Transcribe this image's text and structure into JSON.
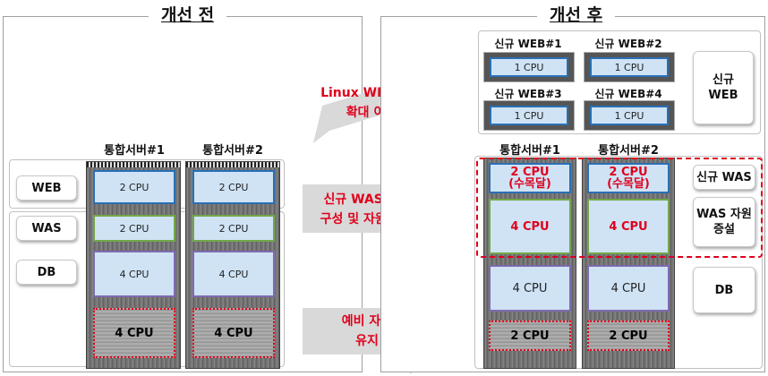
{
  "before": {
    "title": "개선 전",
    "servers": [
      "통합서버#1",
      "통합서버#2"
    ],
    "roles": {
      "web": "WEB",
      "was": "WAS",
      "db": "DB"
    },
    "cpu_web": "2 CPU",
    "cpu_was": "2 CPU",
    "cpu_db": "4 CPU",
    "cpu_spare": "4 CPU"
  },
  "after": {
    "title": "개선 후",
    "web_servers": [
      "신규 WEB#1",
      "신규 WEB#2",
      "신규 WEB#3",
      "신규 WEB#4"
    ],
    "web_cpu": "1 CPU",
    "new_web_btn": [
      "신규",
      "WEB"
    ],
    "servers": [
      "통합서버#1",
      "통합서버#2"
    ],
    "cpu_was_new_line1": "2 CPU",
    "cpu_was_new_line2": "(수목달)",
    "cpu_was_grow": "4 CPU",
    "cpu_db": "4 CPU",
    "cpu_spare": "2 CPU",
    "new_was_btn": "신규 WAS",
    "was_grow_btn": [
      "WAS 자원",
      "증설"
    ],
    "db_btn": "DB"
  },
  "arrows": {
    "a1": [
      "Linux WEB 서버",
      "확대 이전"
    ],
    "a2": [
      "신규 WAS 서버",
      "구성 및 자원 증설"
    ],
    "a3": [
      "예비 자원",
      "유지"
    ]
  },
  "colors": {
    "accent_red": "#e0001b",
    "cpu_blue": "#2a6fb5",
    "cpu_fill": "#cfe3f5"
  }
}
